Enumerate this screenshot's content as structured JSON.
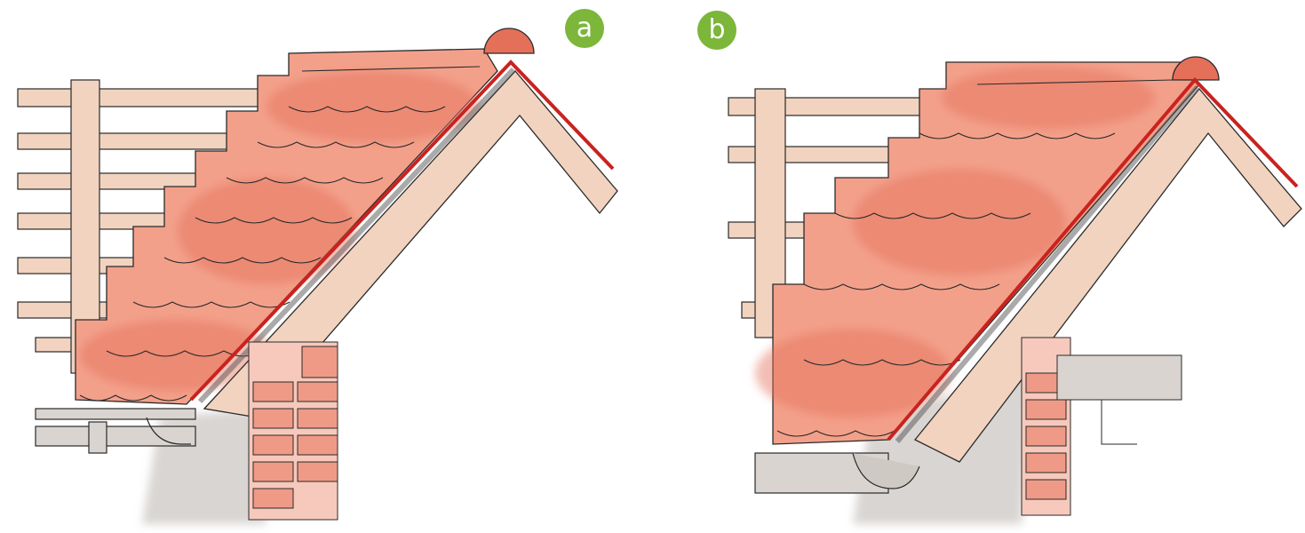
{
  "panels": [
    {
      "id": "a",
      "label": "a"
    },
    {
      "id": "b",
      "label": "b"
    }
  ],
  "colors": {
    "badge": "#7cb63a",
    "tile": "#f3a08a",
    "tile_dark": "#e4705a",
    "timber": "#f1d3bf",
    "brick": "#ef9a86",
    "shadow": "#b9b4af",
    "membrane": "#c9231f",
    "ink": "#2a2a2a"
  }
}
